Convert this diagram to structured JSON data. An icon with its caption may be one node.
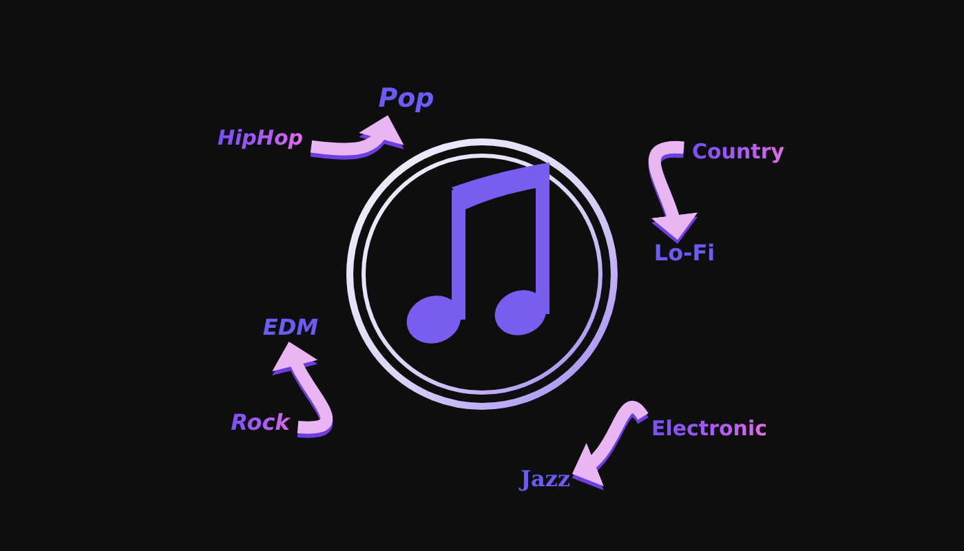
{
  "diagram": {
    "nodes": [
      {
        "text": [
          "Pop"
        ]
      },
      {
        "text": [
          "HipHop"
        ]
      },
      {
        "text": [
          "Country"
        ]
      },
      {
        "text": [
          "Lo-Fi"
        ]
      },
      {
        "text": [
          "EDM"
        ]
      },
      {
        "text": [
          "Rock"
        ]
      },
      {
        "text": [
          "Electronic"
        ]
      },
      {
        "text": [
          "Jazz"
        ]
      }
    ],
    "edges": [
      {
        "from": 1,
        "to": 0,
        "arrow": "to"
      },
      {
        "from": 2,
        "to": 3,
        "arrow": "to"
      },
      {
        "from": 5,
        "to": 4,
        "arrow": "to"
      },
      {
        "from": 6,
        "to": 7,
        "arrow": "to"
      }
    ]
  }
}
